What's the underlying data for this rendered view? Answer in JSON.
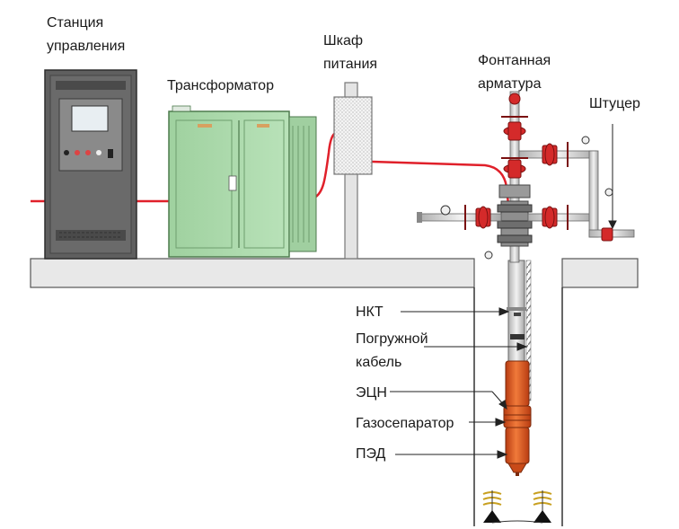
{
  "labels": {
    "control_station": [
      "Станция",
      "управления"
    ],
    "transformer": "Трансформатор",
    "power_cabinet": [
      "Шкаф",
      "питания"
    ],
    "wellhead": [
      "Фонтанная",
      "арматура"
    ],
    "choke": "Штуцер",
    "tubing": "НКТ",
    "cable": [
      "Погружной",
      "кабель"
    ],
    "pump": "ЭЦН",
    "gas_separator": "Газосепаратор",
    "motor": "ПЭД"
  },
  "colors": {
    "cabinet_gray": "#5a5a5a",
    "transformer_green": "#a8d8a8",
    "cable_red": "#e0202a",
    "valve_red": "#d42a2a",
    "pump_orange": "#e0561e",
    "ground": "#e8e8e8"
  }
}
